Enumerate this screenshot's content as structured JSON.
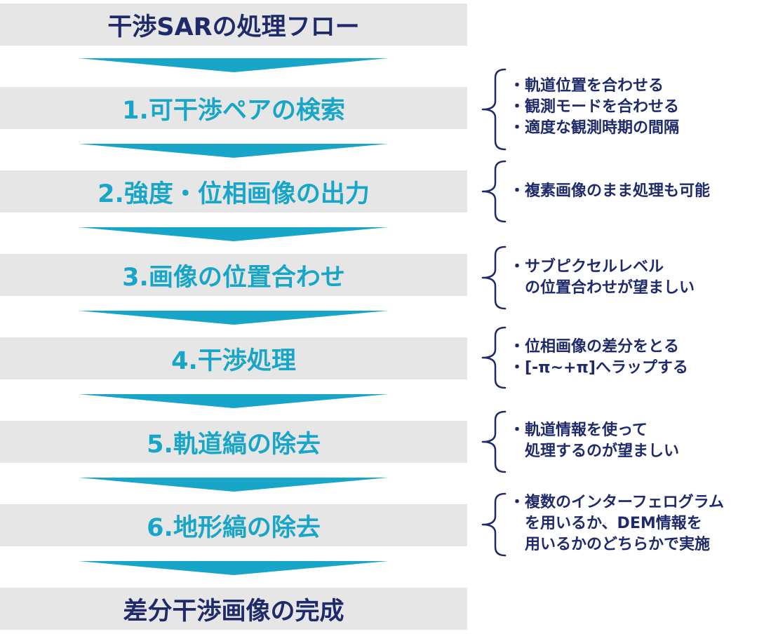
{
  "title": "干渉SARの処理フロー",
  "steps": [
    "1.可干渉ペアの検索",
    "2.強度・位相画像の出力",
    "3.画像の位置合わせ",
    "4.干渉処理",
    "5.軌道縞の除去",
    "6.地形縞の除去"
  ],
  "result": "差分干渉画像の完成",
  "bullet": "・",
  "notes": [
    [
      "軌道位置を合わせる",
      "観測モードを合わせる",
      "適度な観測時期の間隔"
    ],
    [
      "複素画像のまま処理も可能"
    ],
    [
      "サブピクセルレベル",
      "の位置合わせが望ましい"
    ],
    [
      "位相画像の差分をとる",
      "[-π~+π]へラップする"
    ],
    [
      "軌道情報を使って",
      "処理するのが望ましい"
    ],
    [
      "複数のインターフェログラム",
      "を用いるか、DEM情報を",
      "用いるかのどちらかで実施"
    ]
  ],
  "colors": {
    "title_text": "#1f2a6b",
    "step_text": "#17a6c8",
    "arrow": "#17a6c8",
    "bar_bg": "#e6e6e6",
    "note_text": "#1f2a6b",
    "brace": "#1f2a6b"
  }
}
